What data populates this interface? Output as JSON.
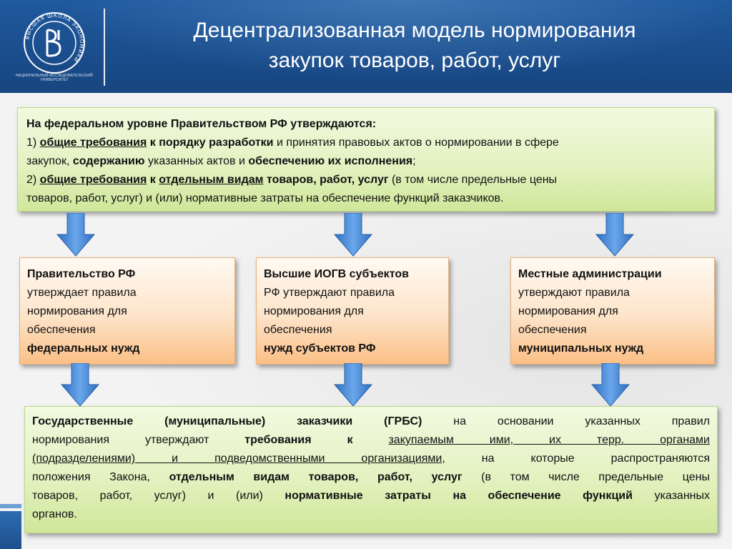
{
  "header": {
    "title_line1": "Децентрализованная модель нормирования",
    "title_line2": "закупок товаров, работ, услуг",
    "logo_caption": "НАЦИОНАЛЬНЫЙ ИССЛЕДОВАТЕЛЬСКИЙ УНИВЕРСИТЕТ",
    "logo_ring_text": "ВЫСШАЯ ШКОЛА ЭКОНОМИКИ"
  },
  "top_box": {
    "heading": "На федеральном уровне Правительством РФ утверждаются:",
    "item1": {
      "n": "1) ",
      "a": "общие требования",
      "b": "к порядку разработки",
      "c": " и принятия правовых актов о нормировании в сфере",
      "d": "закупок, ",
      "e": "содержанию",
      "f": " указанных актов и ",
      "g": "обеспечению их исполнения",
      "h": ";"
    },
    "item2": {
      "n": "2) ",
      "a": "общие требования",
      "b": "к",
      "c": "отдельным видам",
      "d": "товаров, работ, услуг",
      "e": " (в том числе предельные цены",
      "f": "товаров, работ, услуг) и (или) нормативные затраты на обеспечение функций заказчиков."
    }
  },
  "middle_boxes": [
    {
      "l1": "Правительство РФ",
      "l2": "утверждает правила",
      "l3": "нормирования для",
      "l4": "обеспечения",
      "l5": "федеральных нужд"
    },
    {
      "l1": "Высшие ИОГВ субъектов",
      "l2": "РФ утверждают правила",
      "l3": "нормирования для",
      "l4": "обеспечения",
      "l5": "нужд субъектов РФ"
    },
    {
      "l1": "Местные администрации",
      "l2": "утверждают правила",
      "l3": "нормирования для",
      "l4": "обеспечения",
      "l5": "муниципальных нужд"
    }
  ],
  "bottom_box": {
    "p1": "Государственные (муниципальные) заказчики (ГРБС)",
    "p2": " на основании указанных правил",
    "p3": "нормирования утверждают ",
    "p4": "требования к",
    "p5": "закупаемым ими, их терр. органами",
    "p6": "(подразделениями) и подведомственными организациями",
    "p7": ", на которые распространяются",
    "p8": "положения Закона, ",
    "p9": "отдельным видам товаров, работ, услуг",
    "p10": " (в том числе предельные цены",
    "p11": "товаров, работ, услуг) и (или) ",
    "p12": "нормативные затраты на обеспечение функций",
    "p13": " указанных",
    "p14": "органов."
  },
  "colors": {
    "header_blue": "#1a4d8c",
    "green_box": "#e4f2c2",
    "orange_box": "#fde4c9",
    "arrow_blue": "#3a7fd0"
  }
}
